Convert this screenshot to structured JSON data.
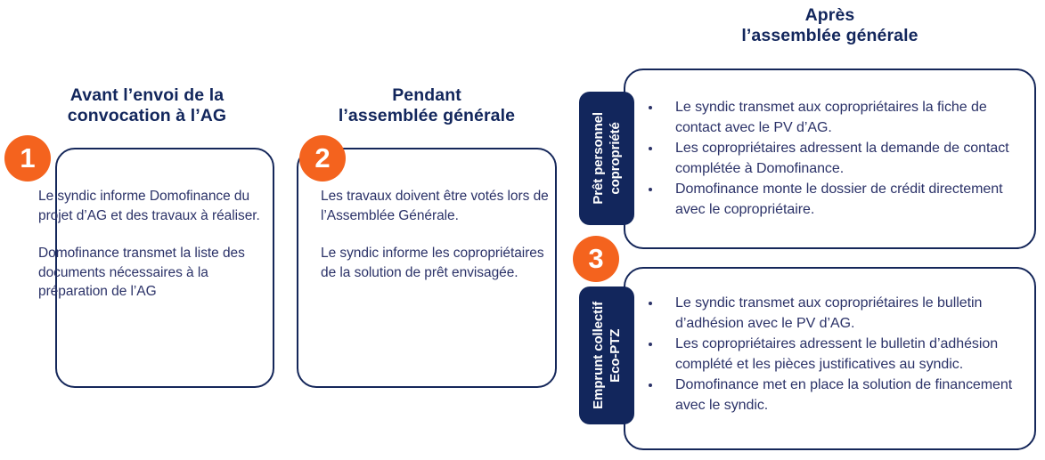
{
  "theme": {
    "navy": "#12265c",
    "orange": "#f4631e",
    "body_text": "#2b3268",
    "card_border": "#15275a",
    "background": "#ffffff"
  },
  "sections": [
    {
      "id": "avant",
      "title": "Avant l’envoi de la\nconvocation  à l’AG",
      "badge": "1",
      "paragraphs": [
        "Le syndic informe Domofinance du projet d’AG et des travaux à réaliser.",
        "Domofinance transmet la liste des documents nécessaires à la préparation de l’AG"
      ]
    },
    {
      "id": "pendant",
      "title": "Pendant\nl’assemblée  générale",
      "badge": "2",
      "paragraphs": [
        "Les travaux doivent être votés  lors de l’Assemblée Générale.",
        "Le syndic informe les copropriétaires de la solution de prêt envisagée."
      ]
    },
    {
      "id": "apres",
      "title": "Après\nl’assemblée  générale",
      "badge": "3",
      "tabs": [
        {
          "label": "Prêt personnel\ncopropriété",
          "bullets": [
            "Le syndic transmet aux copropriétaires la fiche de contact avec le PV d’AG.",
            "Les copropriétaires adressent la demande de contact complétée à Domofinance.",
            "Domofinance monte le dossier de crédit directement avec le copropriétaire."
          ]
        },
        {
          "label": "Emprunt collectif\nEco-PTZ",
          "bullets": [
            "Le syndic transmet aux copropriétaires le bulletin d’adhésion avec le PV d’AG.",
            "Les copropriétaires adressent le bulletin d’adhésion complété et les  pièces justificatives au syndic.",
            "Domofinance met en place la solution de financement avec le syndic."
          ]
        }
      ]
    }
  ]
}
